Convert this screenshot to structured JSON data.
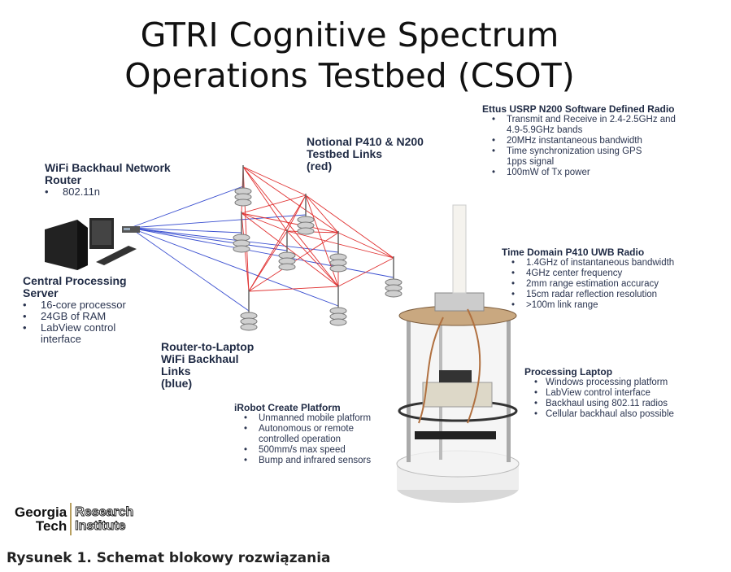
{
  "title_line1": "GTRI Cognitive Spectrum",
  "title_line2": "Operations  Testbed (CSOT)",
  "wifi_router": {
    "heading_line1": "WiFi Backhaul Network",
    "heading_line2": "Router",
    "items": [
      "802.11n"
    ]
  },
  "server": {
    "heading_line1": "Central Processing",
    "heading_line2": "Server",
    "items": [
      "16-core processor",
      "24GB of RAM",
      "LabView control interface"
    ]
  },
  "red_links": {
    "line1": "Notional P410 & N200",
    "line2": "Testbed Links",
    "line3": "(red)"
  },
  "blue_links": {
    "line1": "Router-to-Laptop",
    "line2": "WiFi Backhaul",
    "line3": "Links",
    "line4": "(blue)"
  },
  "usrp": {
    "heading": "Ettus USRP N200 Software Defined Radio",
    "items": [
      "Transmit and Receive in 2.4-2.5GHz and 4.9-5.9GHz bands",
      "20MHz instantaneous bandwidth",
      "Time synchronization using GPS 1pps signal",
      "100mW of Tx power"
    ]
  },
  "p410": {
    "heading": "Time Domain P410 UWB Radio",
    "items": [
      "1.4GHz of instantaneous bandwidth",
      "4GHz center frequency",
      "2mm range estimation accuracy",
      "15cm radar reflection resolution",
      ">100m link range"
    ]
  },
  "laptop": {
    "heading": "Processing Laptop",
    "items": [
      "Windows processing platform",
      "LabView control interface",
      "Backhaul using 802.11 radios",
      "Cellular backhaul also possible"
    ]
  },
  "irobot": {
    "heading": "iRobot Create Platform",
    "items": [
      "Unmanned mobile platform",
      "Autonomous or remote controlled operation",
      "500mm/s max speed",
      "Bump and infrared sensors"
    ]
  },
  "logo": {
    "left1": "Georgia",
    "left2": "Tech",
    "right1": "Research",
    "right2": "Institute"
  },
  "caption": "Rysunek 1. Schemat blokowy rozwiązania",
  "colors": {
    "red_link": "#e03030",
    "blue_link": "#3a4fd0",
    "text": "#1f2a44"
  }
}
